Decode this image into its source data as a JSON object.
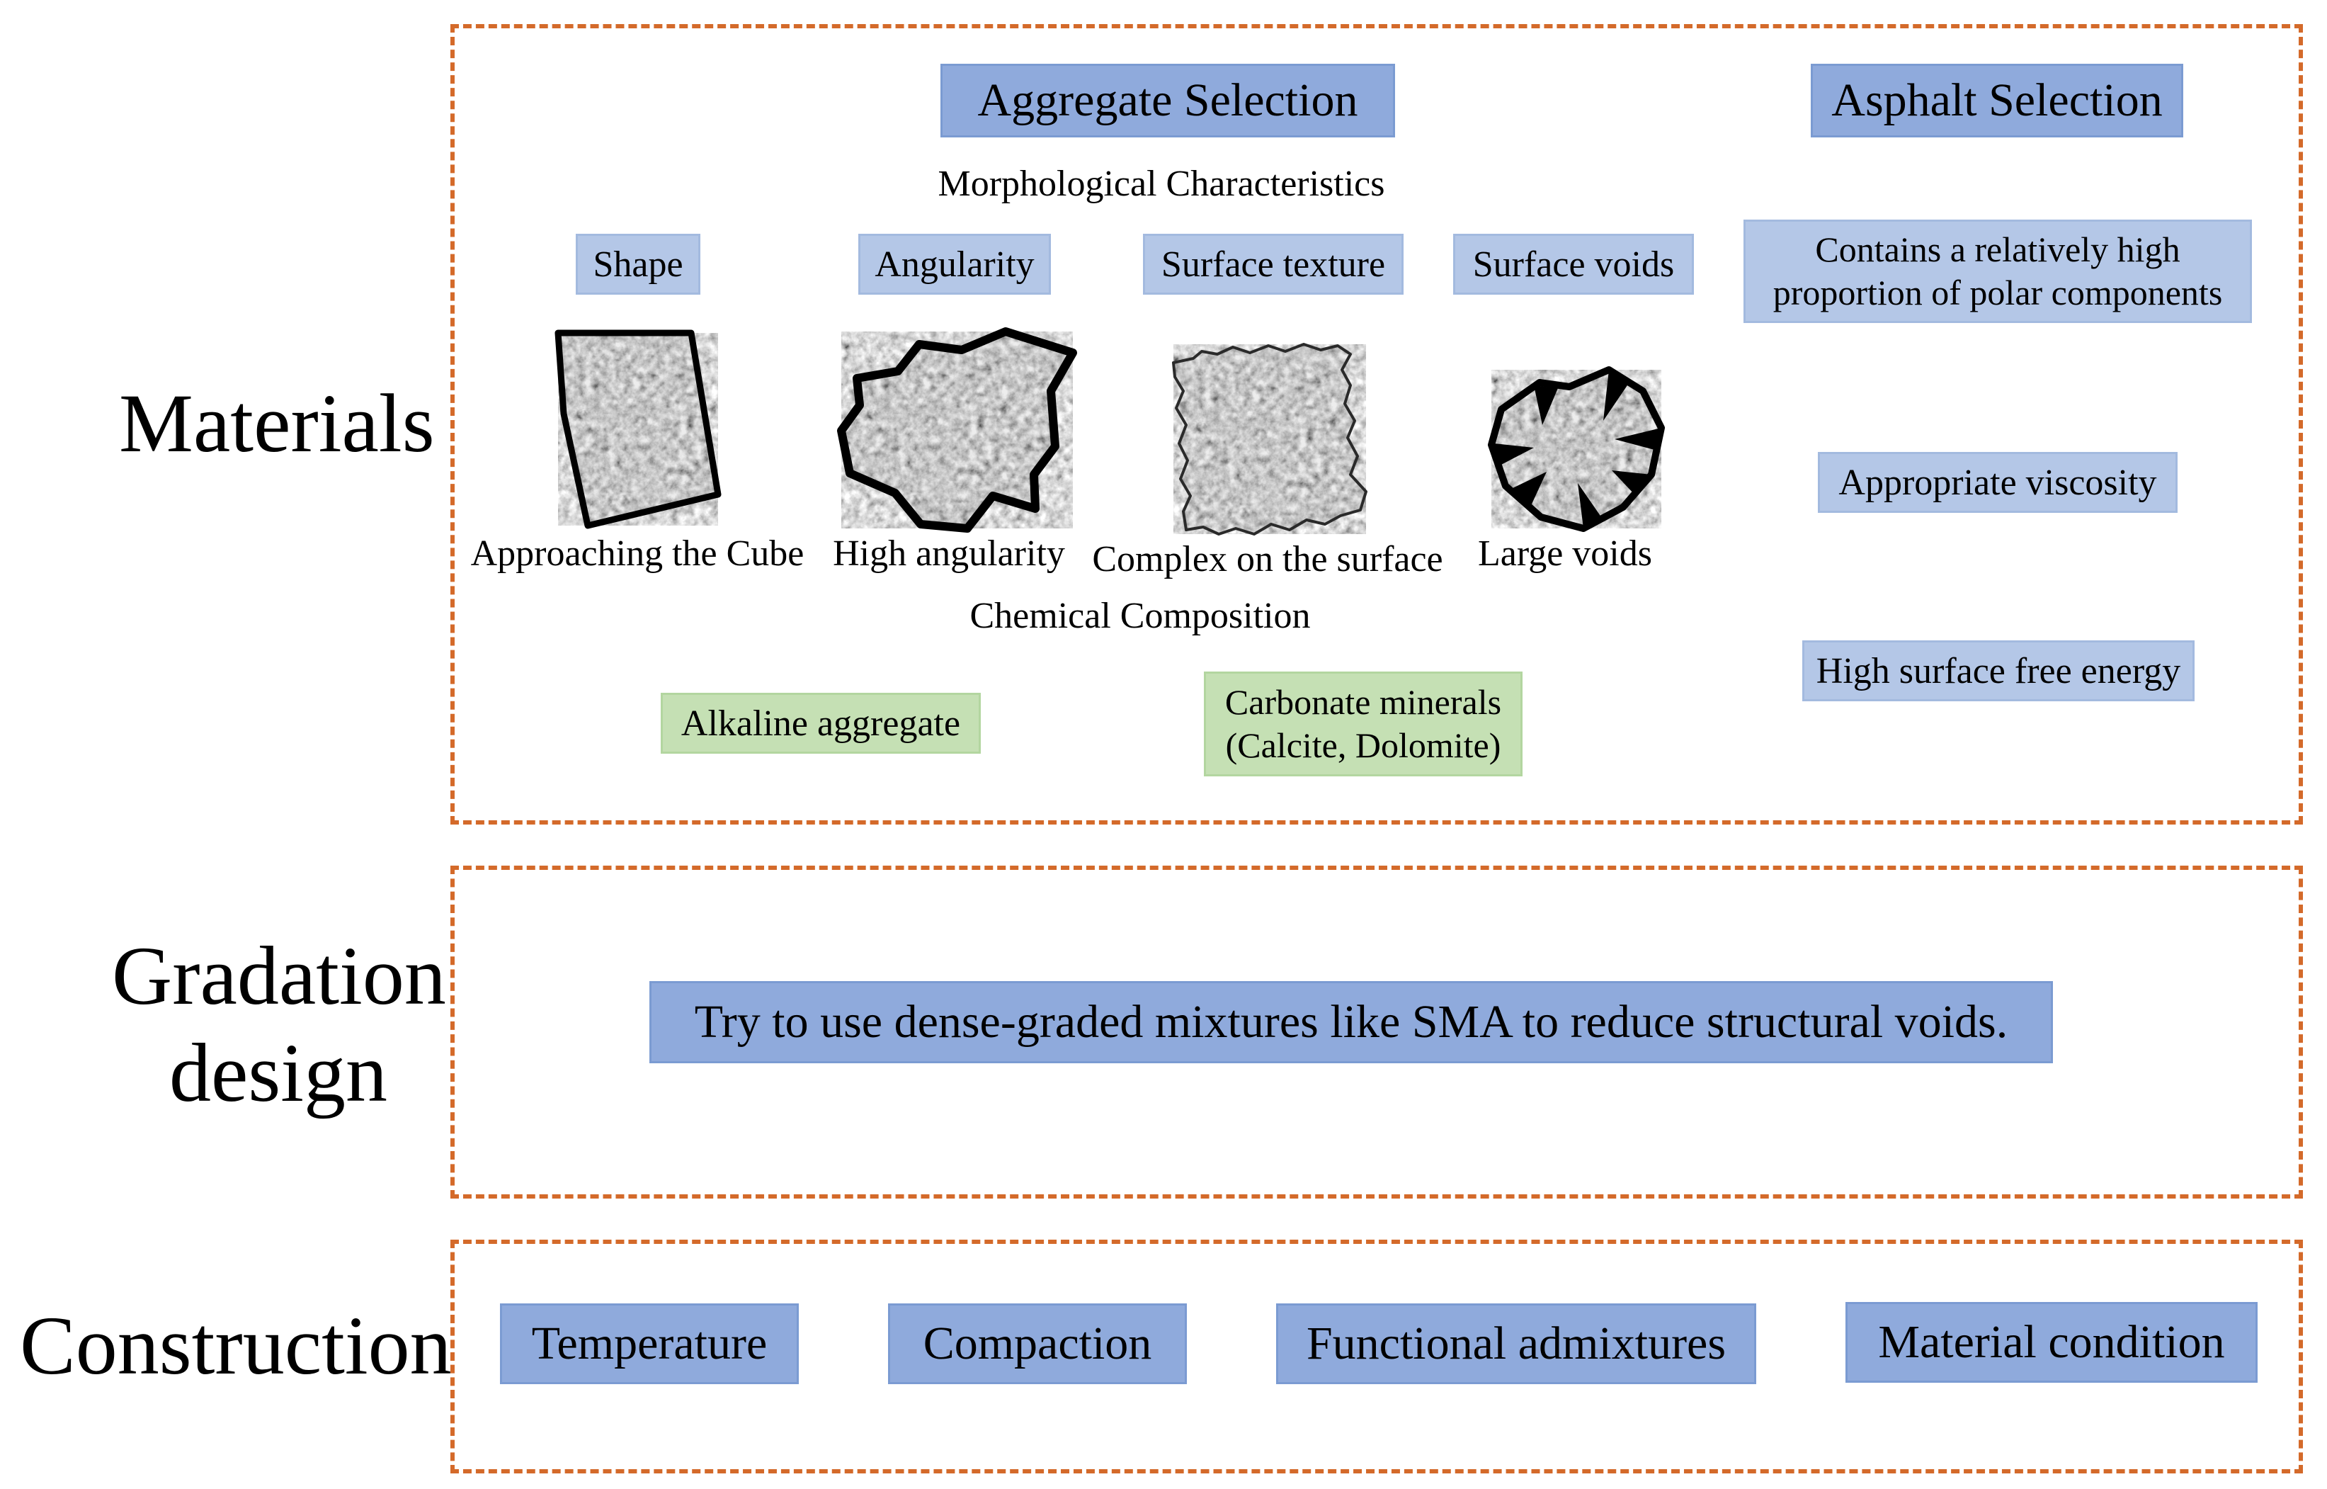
{
  "sections": {
    "materials": "Materials",
    "gradation_line1": "Gradation",
    "gradation_line2": "design",
    "construction": "Construction"
  },
  "materials": {
    "aggregate_title": "Aggregate Selection",
    "asphalt_title": "Asphalt Selection",
    "morphological_heading": "Morphological Characteristics",
    "properties": [
      "Shape",
      "Angularity",
      "Surface texture",
      "Surface voids"
    ],
    "captions": [
      "Approaching the Cube",
      "High angularity",
      "Complex on the surface",
      "Large voids"
    ],
    "chemical_heading": "Chemical Composition",
    "chemical": {
      "alkaline": "Alkaline aggregate",
      "carbonate_line1": "Carbonate minerals",
      "carbonate_line2": "(Calcite, Dolomite)"
    },
    "asphalt": {
      "polar_line1": "Contains a relatively high",
      "polar_line2": "proportion of polar components",
      "viscosity": "Appropriate viscosity",
      "surface_energy": "High surface free energy"
    }
  },
  "gradation": {
    "text": "Try to use dense-graded mixtures like SMA to reduce structural voids."
  },
  "construction": {
    "items": [
      "Temperature",
      "Compaction",
      "Functional admixtures",
      "Material condition"
    ]
  },
  "colors": {
    "dashed_border": "#d46a2a",
    "blue_box": "#8faadc",
    "light_blue_box": "#b4c7e7",
    "green_box": "#c5e0b4"
  }
}
